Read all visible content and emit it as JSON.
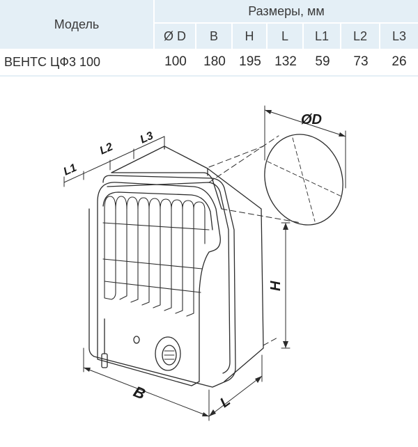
{
  "table": {
    "model_header": "Модель",
    "dimensions_header": "Размеры, мм",
    "columns": [
      "Ø D",
      "B",
      "H",
      "L",
      "L1",
      "L2",
      "L3"
    ],
    "row": {
      "model": "ВЕНТС ЦФ3 100",
      "values": [
        "100",
        "180",
        "195",
        "132",
        "59",
        "73",
        "26"
      ]
    }
  },
  "drawing": {
    "labels": {
      "diameter": "ØD",
      "height": "H",
      "width": "B",
      "length": "L",
      "l1": "L1",
      "l2": "L2",
      "l3": "L3"
    }
  },
  "colors": {
    "header_bg": "#e4eff6",
    "line": "#2b2b2b"
  }
}
